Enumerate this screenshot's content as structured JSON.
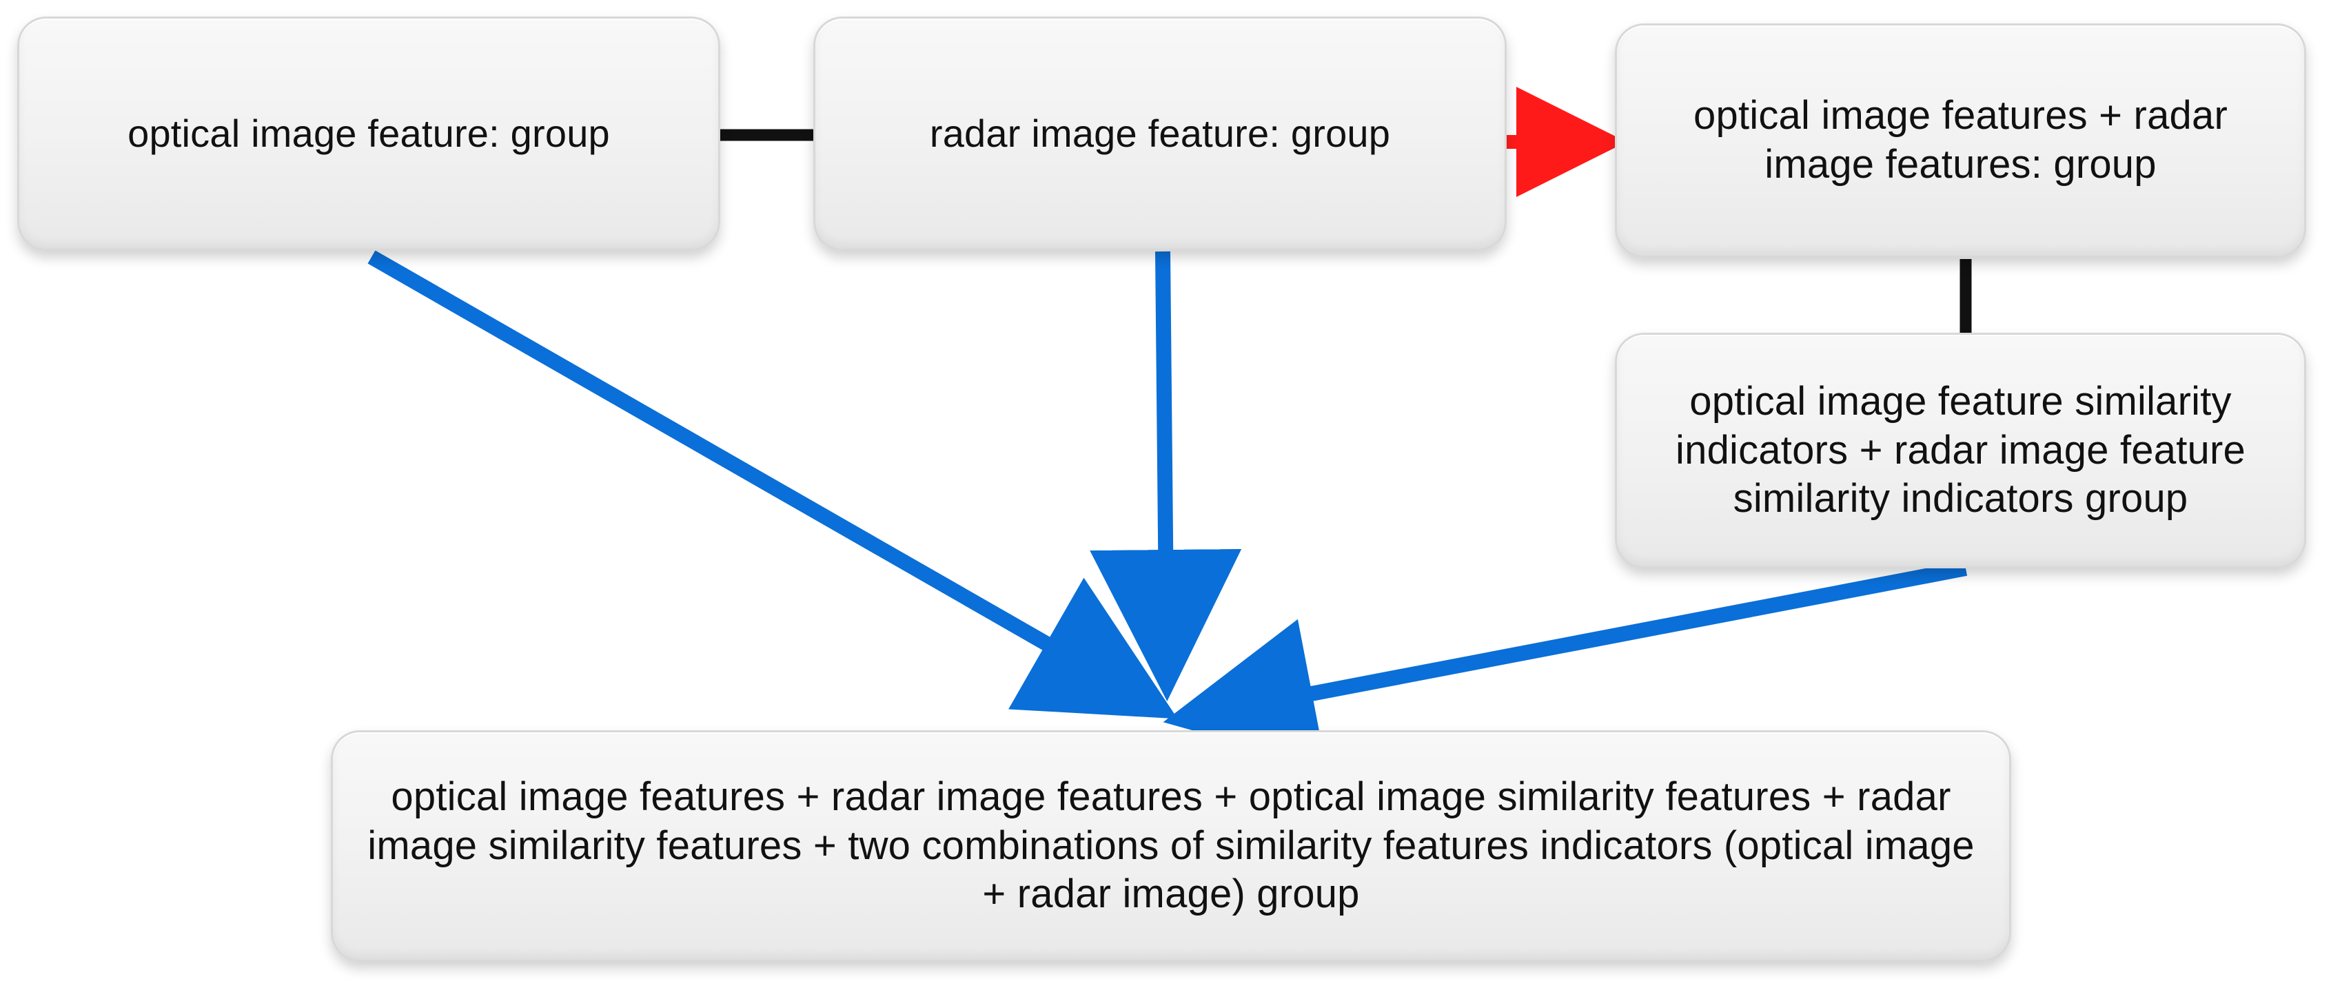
{
  "nodes": {
    "optical_group": "optical image feature: group",
    "radar_group": "radar image feature: group",
    "optical_radar_group": "optical image features + radar image features: group",
    "similarity_group": "optical image feature similarity indicators + radar image feature similarity indicators group",
    "combined_group": "optical image features + radar image features + optical image similarity features + radar image  similarity features + two combinations of similarity features indicators (optical image + radar image) group"
  },
  "colors": {
    "black_connector": "#111111",
    "red_arrow": "#ff1a1a",
    "blue_arrow": "#0a6fd8",
    "node_fill": "#f1f1f1",
    "node_border": "#d8d8d8"
  },
  "icons": {
    "red_arrow": "right-arrow",
    "blue_arrows": "down-arrow"
  }
}
